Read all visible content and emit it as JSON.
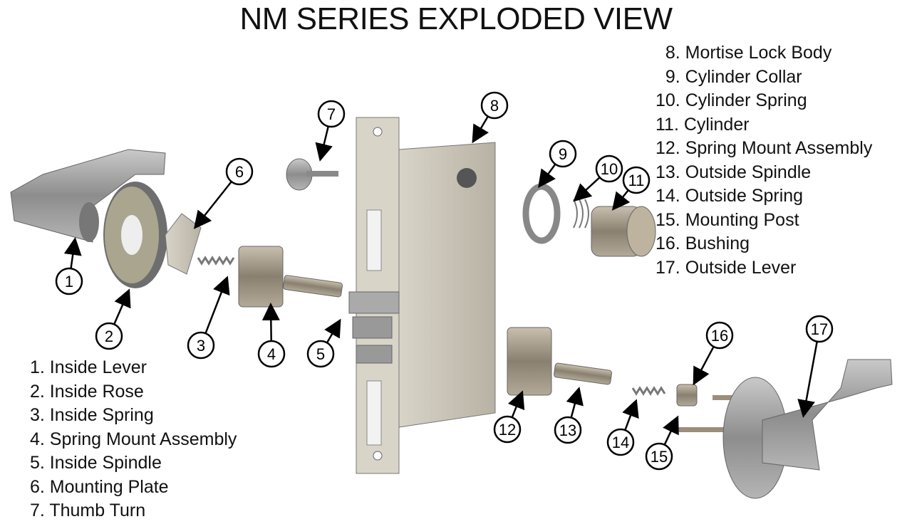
{
  "title": "NM SERIES EXPLODED VIEW",
  "legend_left": [
    "1. Inside Lever",
    "2. Inside Rose",
    "3. Inside Spring",
    "4. Spring Mount Assembly",
    "5. Inside Spindle",
    "6. Mounting Plate",
    "7. Thumb Turn"
  ],
  "legend_right": [
    "  8. Mortise Lock Body",
    "  9. Cylinder Collar",
    "10. Cylinder Spring",
    "11. Cylinder",
    "12. Spring Mount Assembly",
    "13. Outside Spindle",
    "14. Outside Spring",
    "15. Mounting Post",
    "16. Bushing",
    "17. Outside Lever"
  ],
  "callouts": [
    "1",
    "2",
    "3",
    "4",
    "5",
    "6",
    "7",
    "8",
    "9",
    "10",
    "11",
    "12",
    "13",
    "14",
    "15",
    "16",
    "17"
  ]
}
